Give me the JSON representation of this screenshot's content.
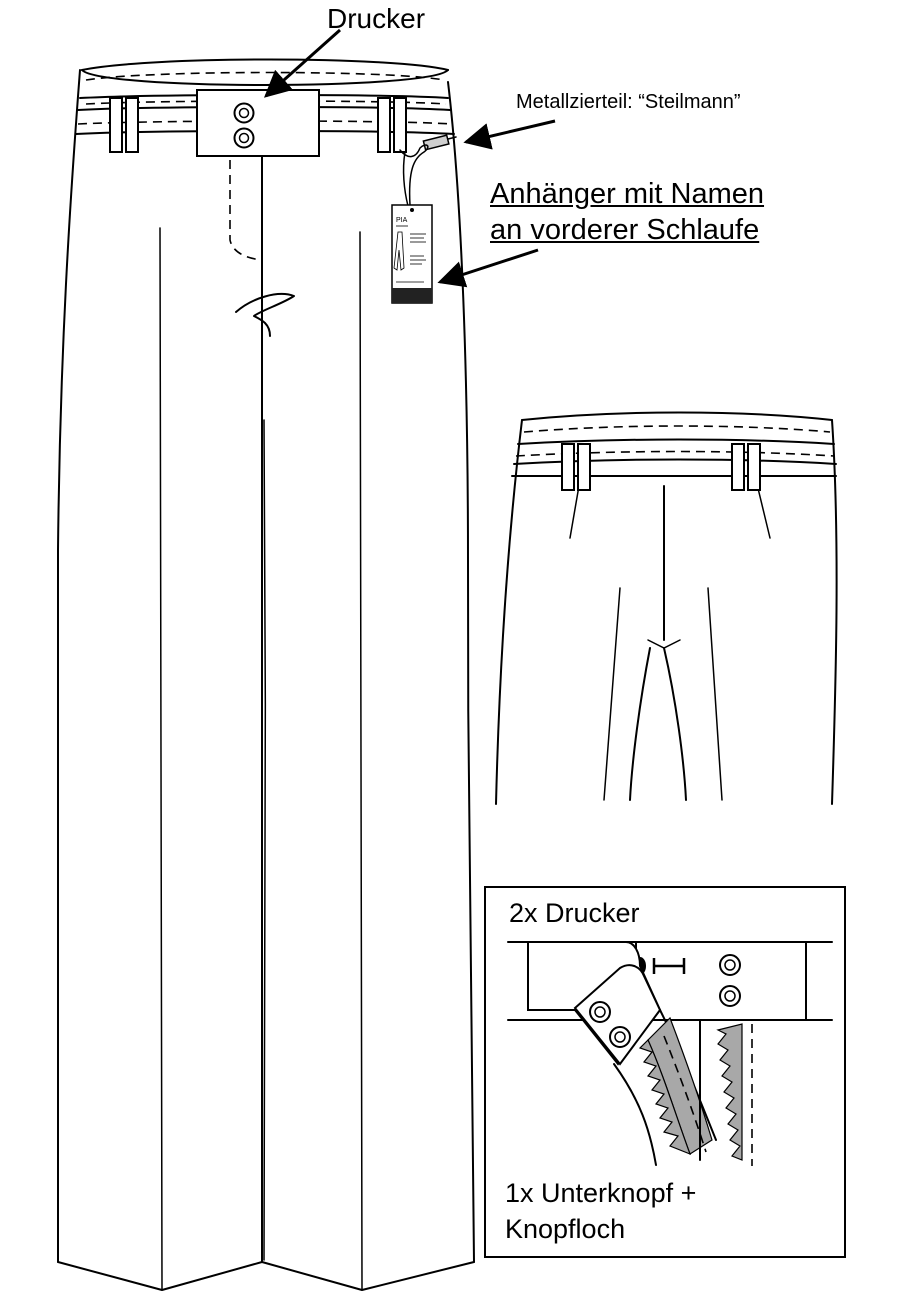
{
  "labels": {
    "drucker": "Drucker",
    "metallzierteil": "Metallzierteil: “Steilmann”",
    "anhaenger_line1": "Anhänger mit Namen",
    "anhaenger_line2": "an vorderer Schlaufe",
    "detail_title": "2x Drucker",
    "detail_caption_line1": "1x Unterknopf +",
    "detail_caption_line2": "Knopfloch"
  },
  "hang_tag": {
    "brand": "PIA"
  },
  "colors": {
    "line": "#000000",
    "zipper_fill": "#a8a8a8",
    "tag_band": "#222222"
  }
}
